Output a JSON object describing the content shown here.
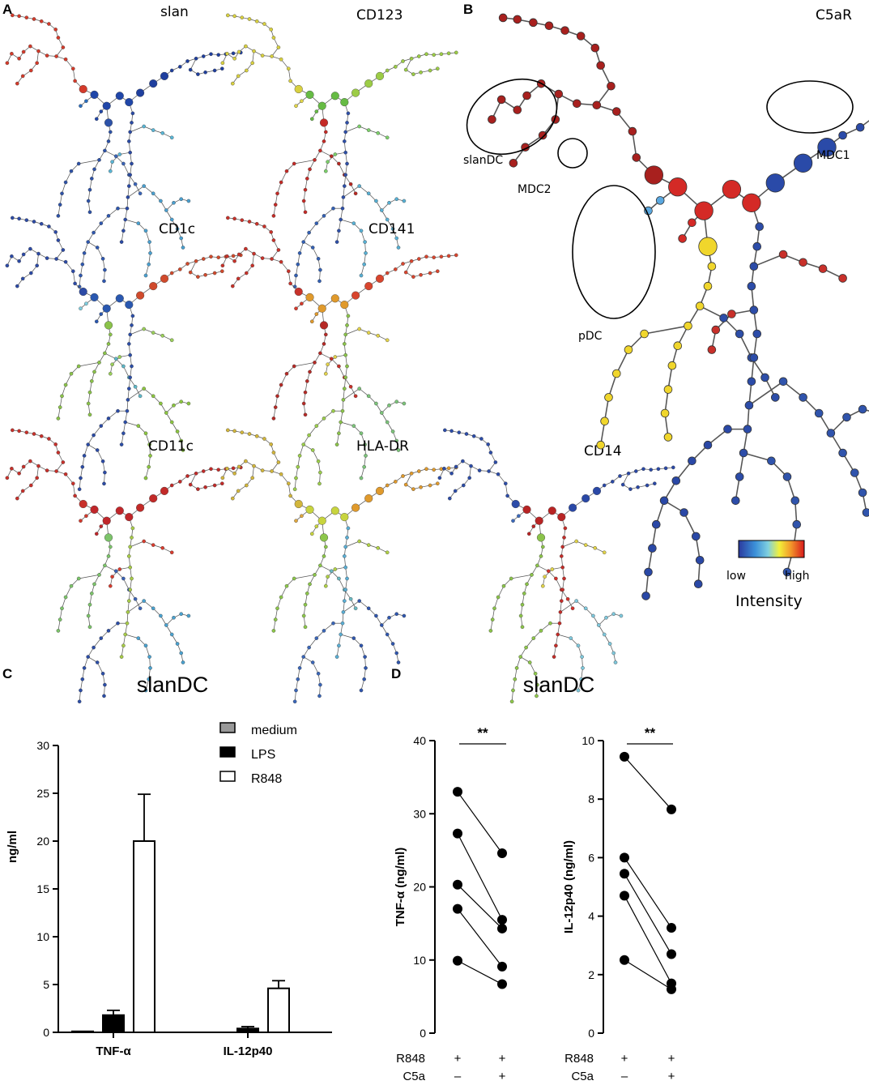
{
  "panels": {
    "A": "A",
    "B": "B",
    "C": "C",
    "D": "D"
  },
  "panel_a": {
    "markers": [
      {
        "name": "slan",
        "profile": "slan"
      },
      {
        "name": "CD123",
        "profile": "cd123"
      },
      {
        "name": "CD1c",
        "profile": "cd1c"
      },
      {
        "name": "CD141",
        "profile": "cd141"
      },
      {
        "name": "CD11c",
        "profile": "cd11c"
      },
      {
        "name": "HLA-DR",
        "profile": "hladr"
      },
      {
        "name": "CD14",
        "profile": "cd14"
      }
    ]
  },
  "panel_b": {
    "marker": "C5aR",
    "clusters": {
      "slanDC": "slanDC",
      "MDC2": "MDC2",
      "MDC1": "MDC1",
      "pDC": "pDC"
    },
    "legend": {
      "low": "low",
      "high": "high",
      "title": "Intensity",
      "colors": [
        "#2b3a9e",
        "#3b8fd8",
        "#7fd0e0",
        "#f2f03a",
        "#f2952a",
        "#d7191c"
      ]
    }
  },
  "chart_data": [
    {
      "type": "bar",
      "title": "slanDC",
      "ylabel": "ng/ml",
      "ylim": [
        0,
        30
      ],
      "yticks": [
        "0",
        "5",
        "10",
        "15",
        "20",
        "25",
        "30"
      ],
      "categories": [
        "TNF-α",
        "IL-12p40"
      ],
      "series": [
        {
          "name": "medium",
          "color": "#999999",
          "values": [
            0.1,
            0.0
          ],
          "errors": [
            0.0,
            0.0
          ]
        },
        {
          "name": "LPS",
          "color": "#000000",
          "values": [
            1.8,
            0.4
          ],
          "errors": [
            0.5,
            0.2
          ]
        },
        {
          "name": "R848",
          "color": "#ffffff",
          "values": [
            20.0,
            4.6
          ],
          "errors": [
            4.9,
            0.8
          ]
        }
      ]
    },
    {
      "type": "scatter",
      "title": "slanDC",
      "ylabel": "TNF-α (ng/ml)",
      "ylim": [
        0,
        40
      ],
      "yticks": [
        "0",
        "10",
        "20",
        "30",
        "40"
      ],
      "conditions": {
        "R848": [
          "+",
          "+"
        ],
        "C5a": [
          "–",
          "+"
        ]
      },
      "significance": "**",
      "pairs": [
        [
          33.0,
          24.6
        ],
        [
          27.3,
          15.5
        ],
        [
          20.3,
          14.3
        ],
        [
          17.0,
          9.1
        ],
        [
          9.9,
          6.7
        ]
      ]
    },
    {
      "type": "scatter",
      "ylabel": "IL-12p40 (ng/ml)",
      "ylim": [
        0,
        10
      ],
      "yticks": [
        "0",
        "2",
        "4",
        "6",
        "8",
        "10"
      ],
      "conditions": {
        "R848": [
          "+",
          "+"
        ],
        "C5a": [
          "–",
          "+"
        ]
      },
      "significance": "**",
      "pairs": [
        [
          9.45,
          7.65
        ],
        [
          6.0,
          3.6
        ],
        [
          5.45,
          2.7
        ],
        [
          4.7,
          1.7
        ],
        [
          2.5,
          1.5
        ]
      ]
    }
  ]
}
